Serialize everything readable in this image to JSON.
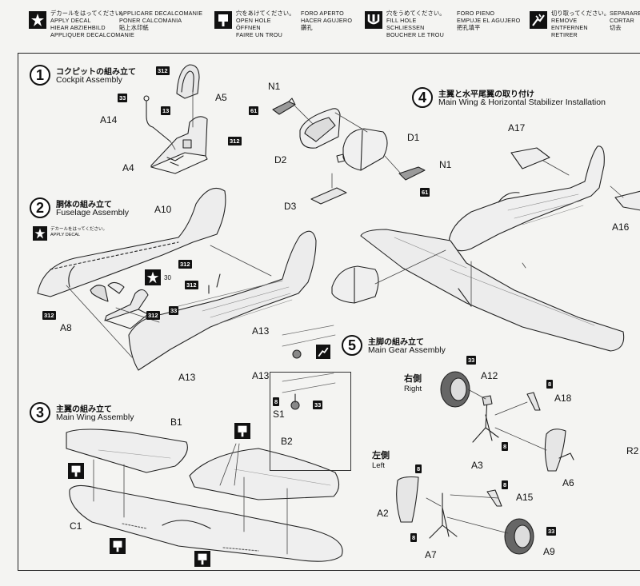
{
  "legend": [
    {
      "icon": "star-icon",
      "jp": "デカールをはってください。",
      "en": "APPLY DECAL",
      "de": "HIEAR ABZIEHBILD",
      "fr": "APPLIQUER DECALCOMANIE",
      "it": "APPLICARE DECALCOMANIE",
      "es": "PONER CALCOMANIA",
      "zh": "貼上水印紙"
    },
    {
      "icon": "open-hole-icon",
      "jp": "穴をあけてください。",
      "en": "OPEN HOLE",
      "de": "ÖFFNEN",
      "fr": "FAIRE UN TROU",
      "it": "FORO APERTO",
      "es": "HACER AGUJERO",
      "zh": "鑽孔"
    },
    {
      "icon": "fill-hole-icon",
      "jp": "穴をうめてください。",
      "en": "FILL HOLE",
      "de": "SCHLIESSEN",
      "fr": "BOUCHER LE TROU",
      "it": "FORO PIENO",
      "es": "EMPUJE EL AGUJERO",
      "zh": "把孔填平"
    },
    {
      "icon": "cut-off-icon",
      "jp": "切り取ってください。",
      "en": "REMOVE",
      "de": "ENTFERNEN",
      "fr": "RETIRER",
      "it": "SEPARARE",
      "es": "CORTAR",
      "zh": "切去"
    }
  ],
  "steps": [
    {
      "num": "1",
      "jp": "コクピットの組み立て",
      "en": "Cockpit Assembly"
    },
    {
      "num": "2",
      "jp": "胴体の組み立て",
      "en": "Fuselage Assembly"
    },
    {
      "num": "3",
      "jp": "主翼の組み立て",
      "en": "Main Wing Assembly"
    },
    {
      "num": "4",
      "jp": "主翼と水平尾翼の取り付け",
      "en": "Main Wing & Horizontal Stabilizer Installation"
    },
    {
      "num": "5",
      "jp": "主脚の組み立て",
      "en": "Main Gear Assembly"
    }
  ],
  "step2_decal_note": {
    "jp": "デカールをはってください。",
    "en": "APPLY DECAL"
  },
  "decal_number": "30",
  "sides": {
    "right_jp": "右側",
    "right_en": "Right",
    "left_jp": "左側",
    "left_en": "Left"
  },
  "parts": {
    "A5": "A5",
    "A14": "A14",
    "A4": "A4",
    "A10": "A10",
    "A8": "A8",
    "A13a": "A13",
    "A13b": "A13",
    "A13c": "A13",
    "S1": "S1",
    "B1": "B1",
    "B2": "B2",
    "C1": "C1",
    "N1a": "N1",
    "N1b": "N1",
    "D1": "D1",
    "D2": "D2",
    "D3": "D3",
    "A17": "A17",
    "A16": "A16",
    "A12": "A12",
    "A18": "A18",
    "A3": "A3",
    "A6": "A6",
    "A15": "A15",
    "A2": "A2",
    "A7": "A7",
    "A9": "A9",
    "R2": "R2"
  },
  "tags": {
    "c312": "312",
    "c33": "33",
    "c13": "13",
    "c61": "61",
    "c8": "8"
  }
}
